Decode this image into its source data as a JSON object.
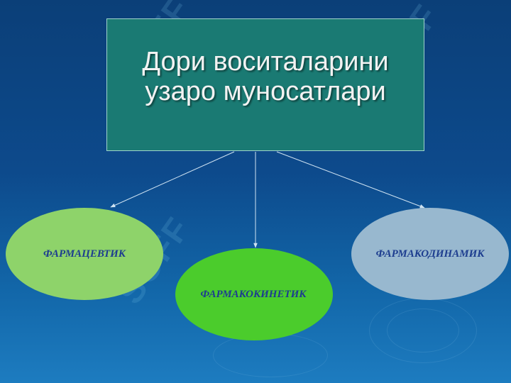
{
  "title": "Дори воситаларини\nузаро муносатлари",
  "nodes": [
    {
      "label": "ФАРМАЦЕВТИК"
    },
    {
      "label": "ФАРМАКОКИНЕТИК"
    },
    {
      "label": "ФАРМАКОДИНАМИК"
    }
  ],
  "watermark": "SOFF",
  "colors": {
    "background": "#0d4a8c",
    "title_box": "#1a7a73",
    "node_1": "#8ed36a",
    "node_2": "#4bcc2c",
    "node_3": "#98b8cf",
    "node_text": "#1d3d8f"
  }
}
